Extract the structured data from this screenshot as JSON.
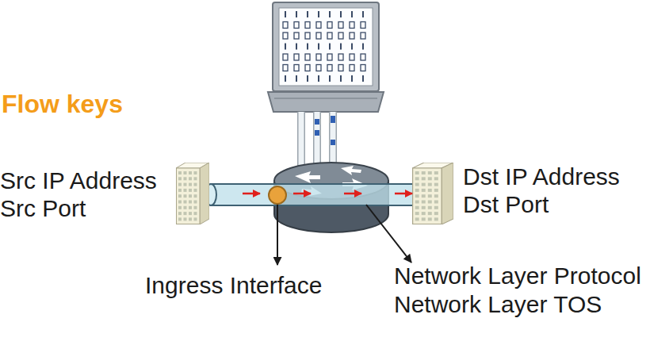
{
  "diagram": {
    "title": "Flow keys",
    "nodes": [
      {
        "text": [
          "Src IP Address",
          "Src Port"
        ]
      },
      {
        "text": [
          "Dst IP Address",
          "Dst Port"
        ]
      }
    ],
    "edges": [
      {
        "from": 0,
        "to": 1,
        "arrow": "to"
      }
    ],
    "labels": [
      "Ingress Interface",
      "Network Layer Protocol",
      "Network Layer TOS"
    ]
  }
}
